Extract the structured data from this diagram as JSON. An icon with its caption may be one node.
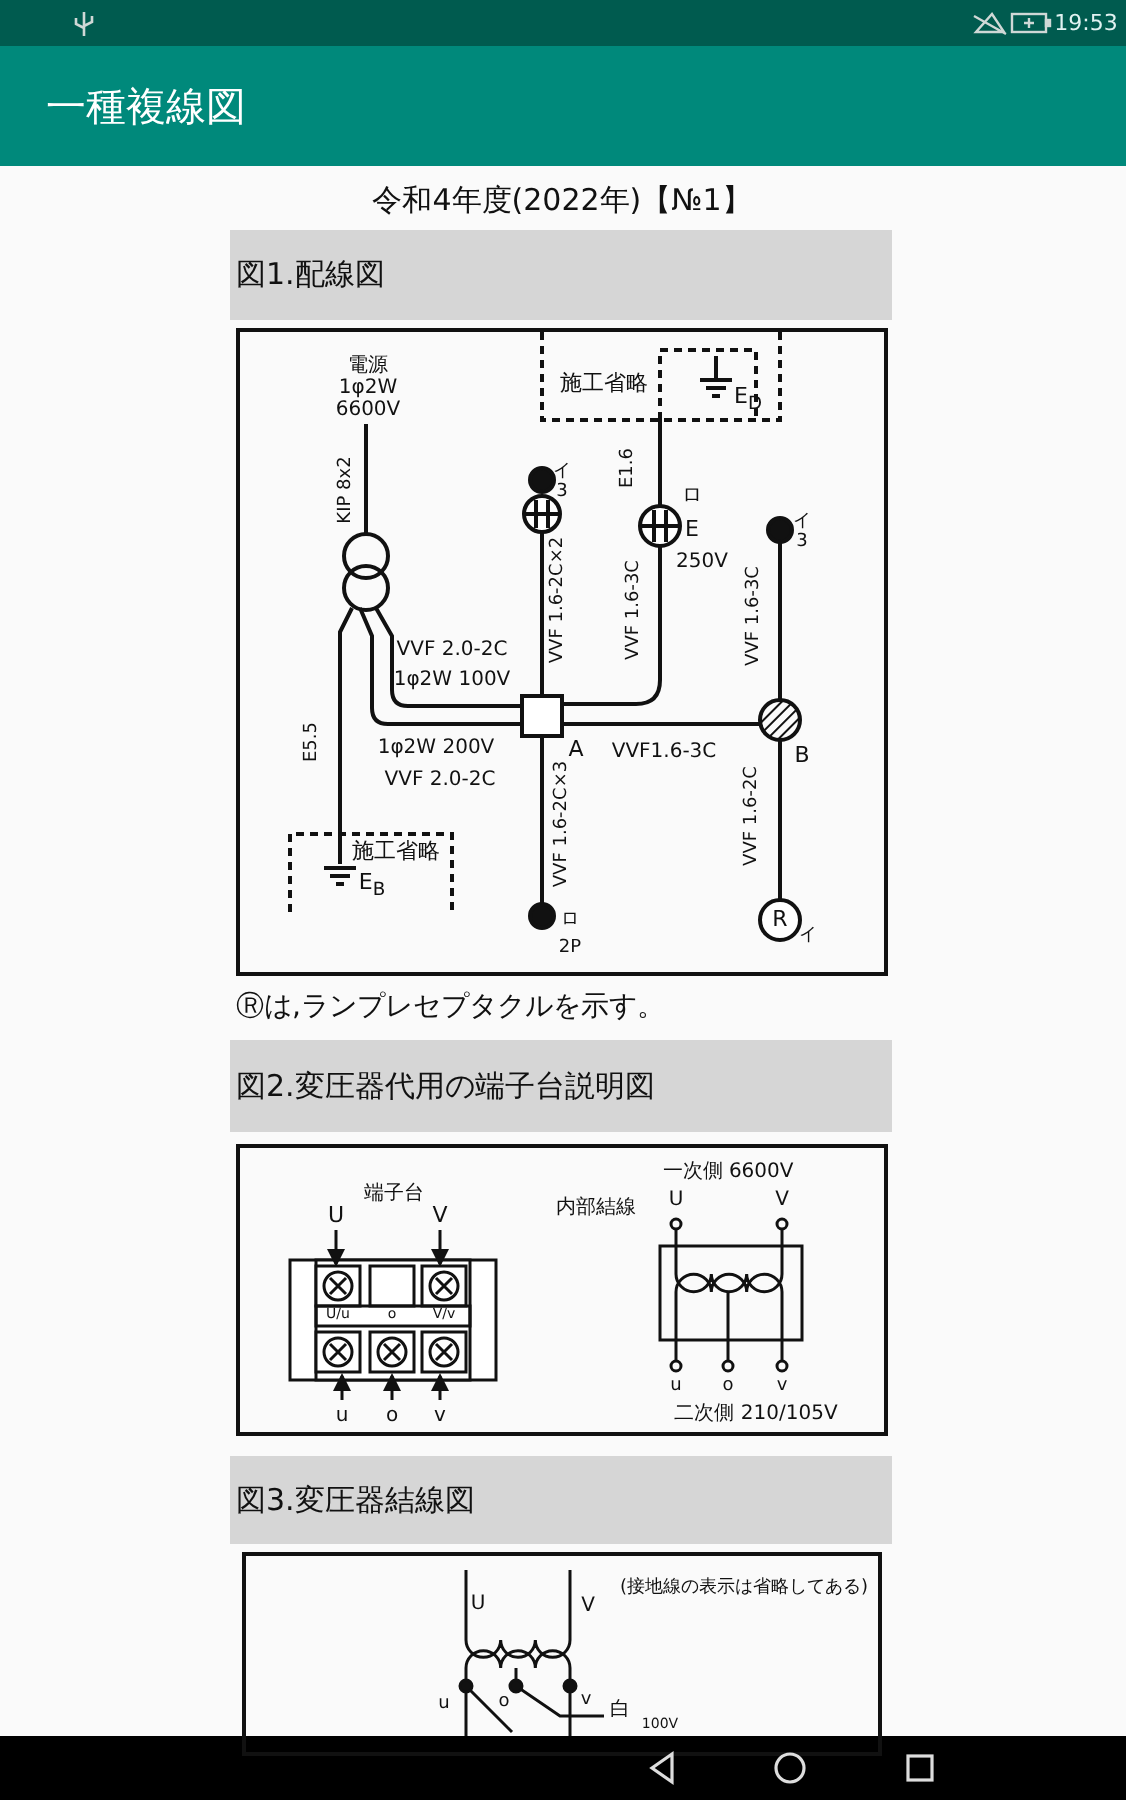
{
  "diagram": {
    "title": "一種複線図",
    "nodes": [
      {
        "text": [
          "図1.配線図"
        ]
      },
      {
        "text": [
          "図2.変圧器代用の端子台説明図"
        ]
      },
      {
        "text": [
          "図3.変圧器結線図"
        ]
      }
    ],
    "labels": [
      "19:53",
      "令和4年度(2022年)【№1】",
      "電源 1φ2W 6600V",
      "KIP 8x2",
      "施工省略",
      "E$_{D}$",
      "イ3",
      "E1.6",
      "ロ",
      "E",
      "250V",
      "イ3",
      "VVF 1.6-2C×2",
      "VVF 1.6-3C",
      "VVF 1.6-3C",
      "VVF 2.0-2C",
      "1φ2W 100V",
      "1φ2W 200V",
      "A",
      "VVF1.6-3C",
      "B",
      "VVF 2.0-2C",
      "E5.5",
      "VVF 1.6-2C×3",
      "VVF 1.6-2C",
      "施工省略",
      "E$_{B}$",
      "ロ",
      "2P",
      "R",
      "イ",
      "Ⓡは,ランプレセプタクルを示す。",
      "端子台",
      "U",
      "V",
      "U/u",
      "o",
      "V/v",
      "u",
      "o",
      "v",
      "内部結線",
      "一次側 6600V",
      "U",
      "V",
      "u",
      "o",
      "v",
      "二次側 210/105V",
      "(接地線の表示は省略してある)",
      "U",
      "V",
      "u",
      "o",
      "v",
      "白",
      "100V"
    ]
  }
}
